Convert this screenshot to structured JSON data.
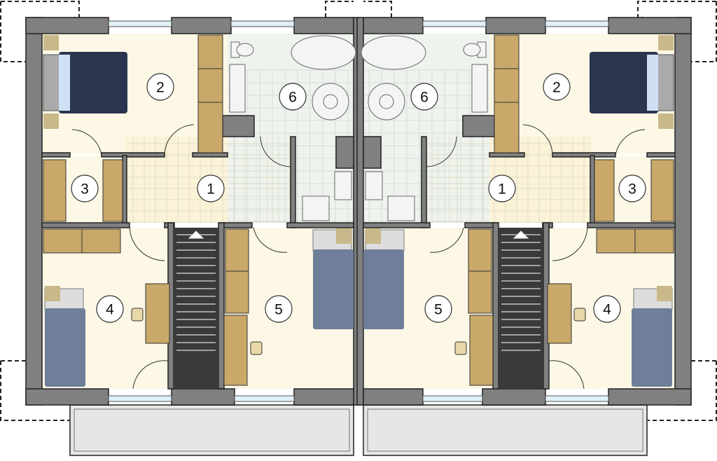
{
  "colors": {
    "wall": "#808080",
    "room_floor": "#fdf8e6",
    "hall_floor": "#fbf3d8",
    "bath_floor": "#eef3ee",
    "wardrobe": "#c9a86a",
    "bed_dark": "#2c3550",
    "bed_light": "#6f7f99",
    "stairs": "#3a3a3a",
    "balcony": "#e6e6e6"
  },
  "rooms": [
    {
      "number": "1"
    },
    {
      "number": "2"
    },
    {
      "number": "3"
    },
    {
      "number": "4"
    },
    {
      "number": "5"
    },
    {
      "number": "6"
    }
  ]
}
